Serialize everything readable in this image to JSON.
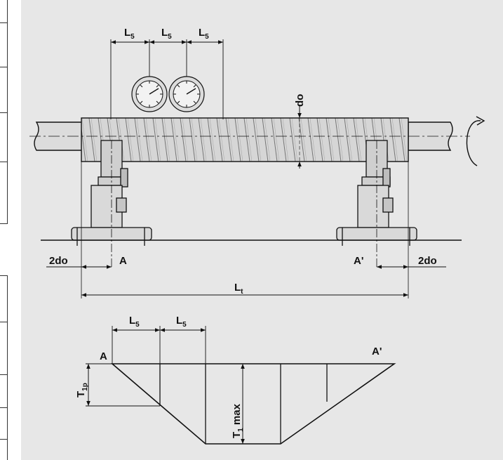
{
  "labels": {
    "l5": "L",
    "l5_sub": "5",
    "do": "do",
    "two_do": "2do",
    "a": "A",
    "a_prime": "A'",
    "lt": "L",
    "lt_sub": "t",
    "t1p": "T",
    "t1p_sub": "1p",
    "t1max": "T",
    "t1max_sub": "1",
    "t1max_suffix": " max"
  },
  "colors": {
    "panel": "#e7e7e7",
    "line": "#111111",
    "screw": "#d6d6d6",
    "shaft": "#dcdcdc"
  },
  "icons": [
    "dial-gauge-icon",
    "rotation-arrow-icon"
  ]
}
